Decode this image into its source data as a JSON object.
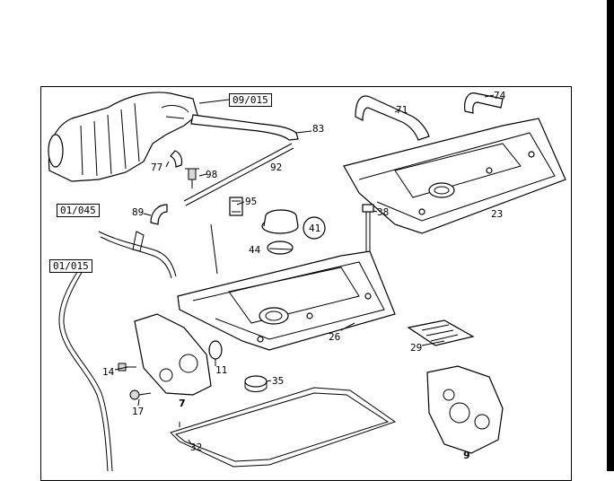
{
  "ref_boxes": {
    "r1": "09/015",
    "r2": "01/045",
    "r3": "01/015"
  },
  "callouts": {
    "c83": "83",
    "c71": "71",
    "c74": "74",
    "c77": "77",
    "c98": "98",
    "c92": "92",
    "c95": "95",
    "c89": "89",
    "c38": "38",
    "c23": "23",
    "c41": "41",
    "c44": "44",
    "c26": "26",
    "c29": "29",
    "c14": "14",
    "c11": "11",
    "c35": "35",
    "c17": "17",
    "c7": "7",
    "c9": "9",
    "c32": "32"
  }
}
